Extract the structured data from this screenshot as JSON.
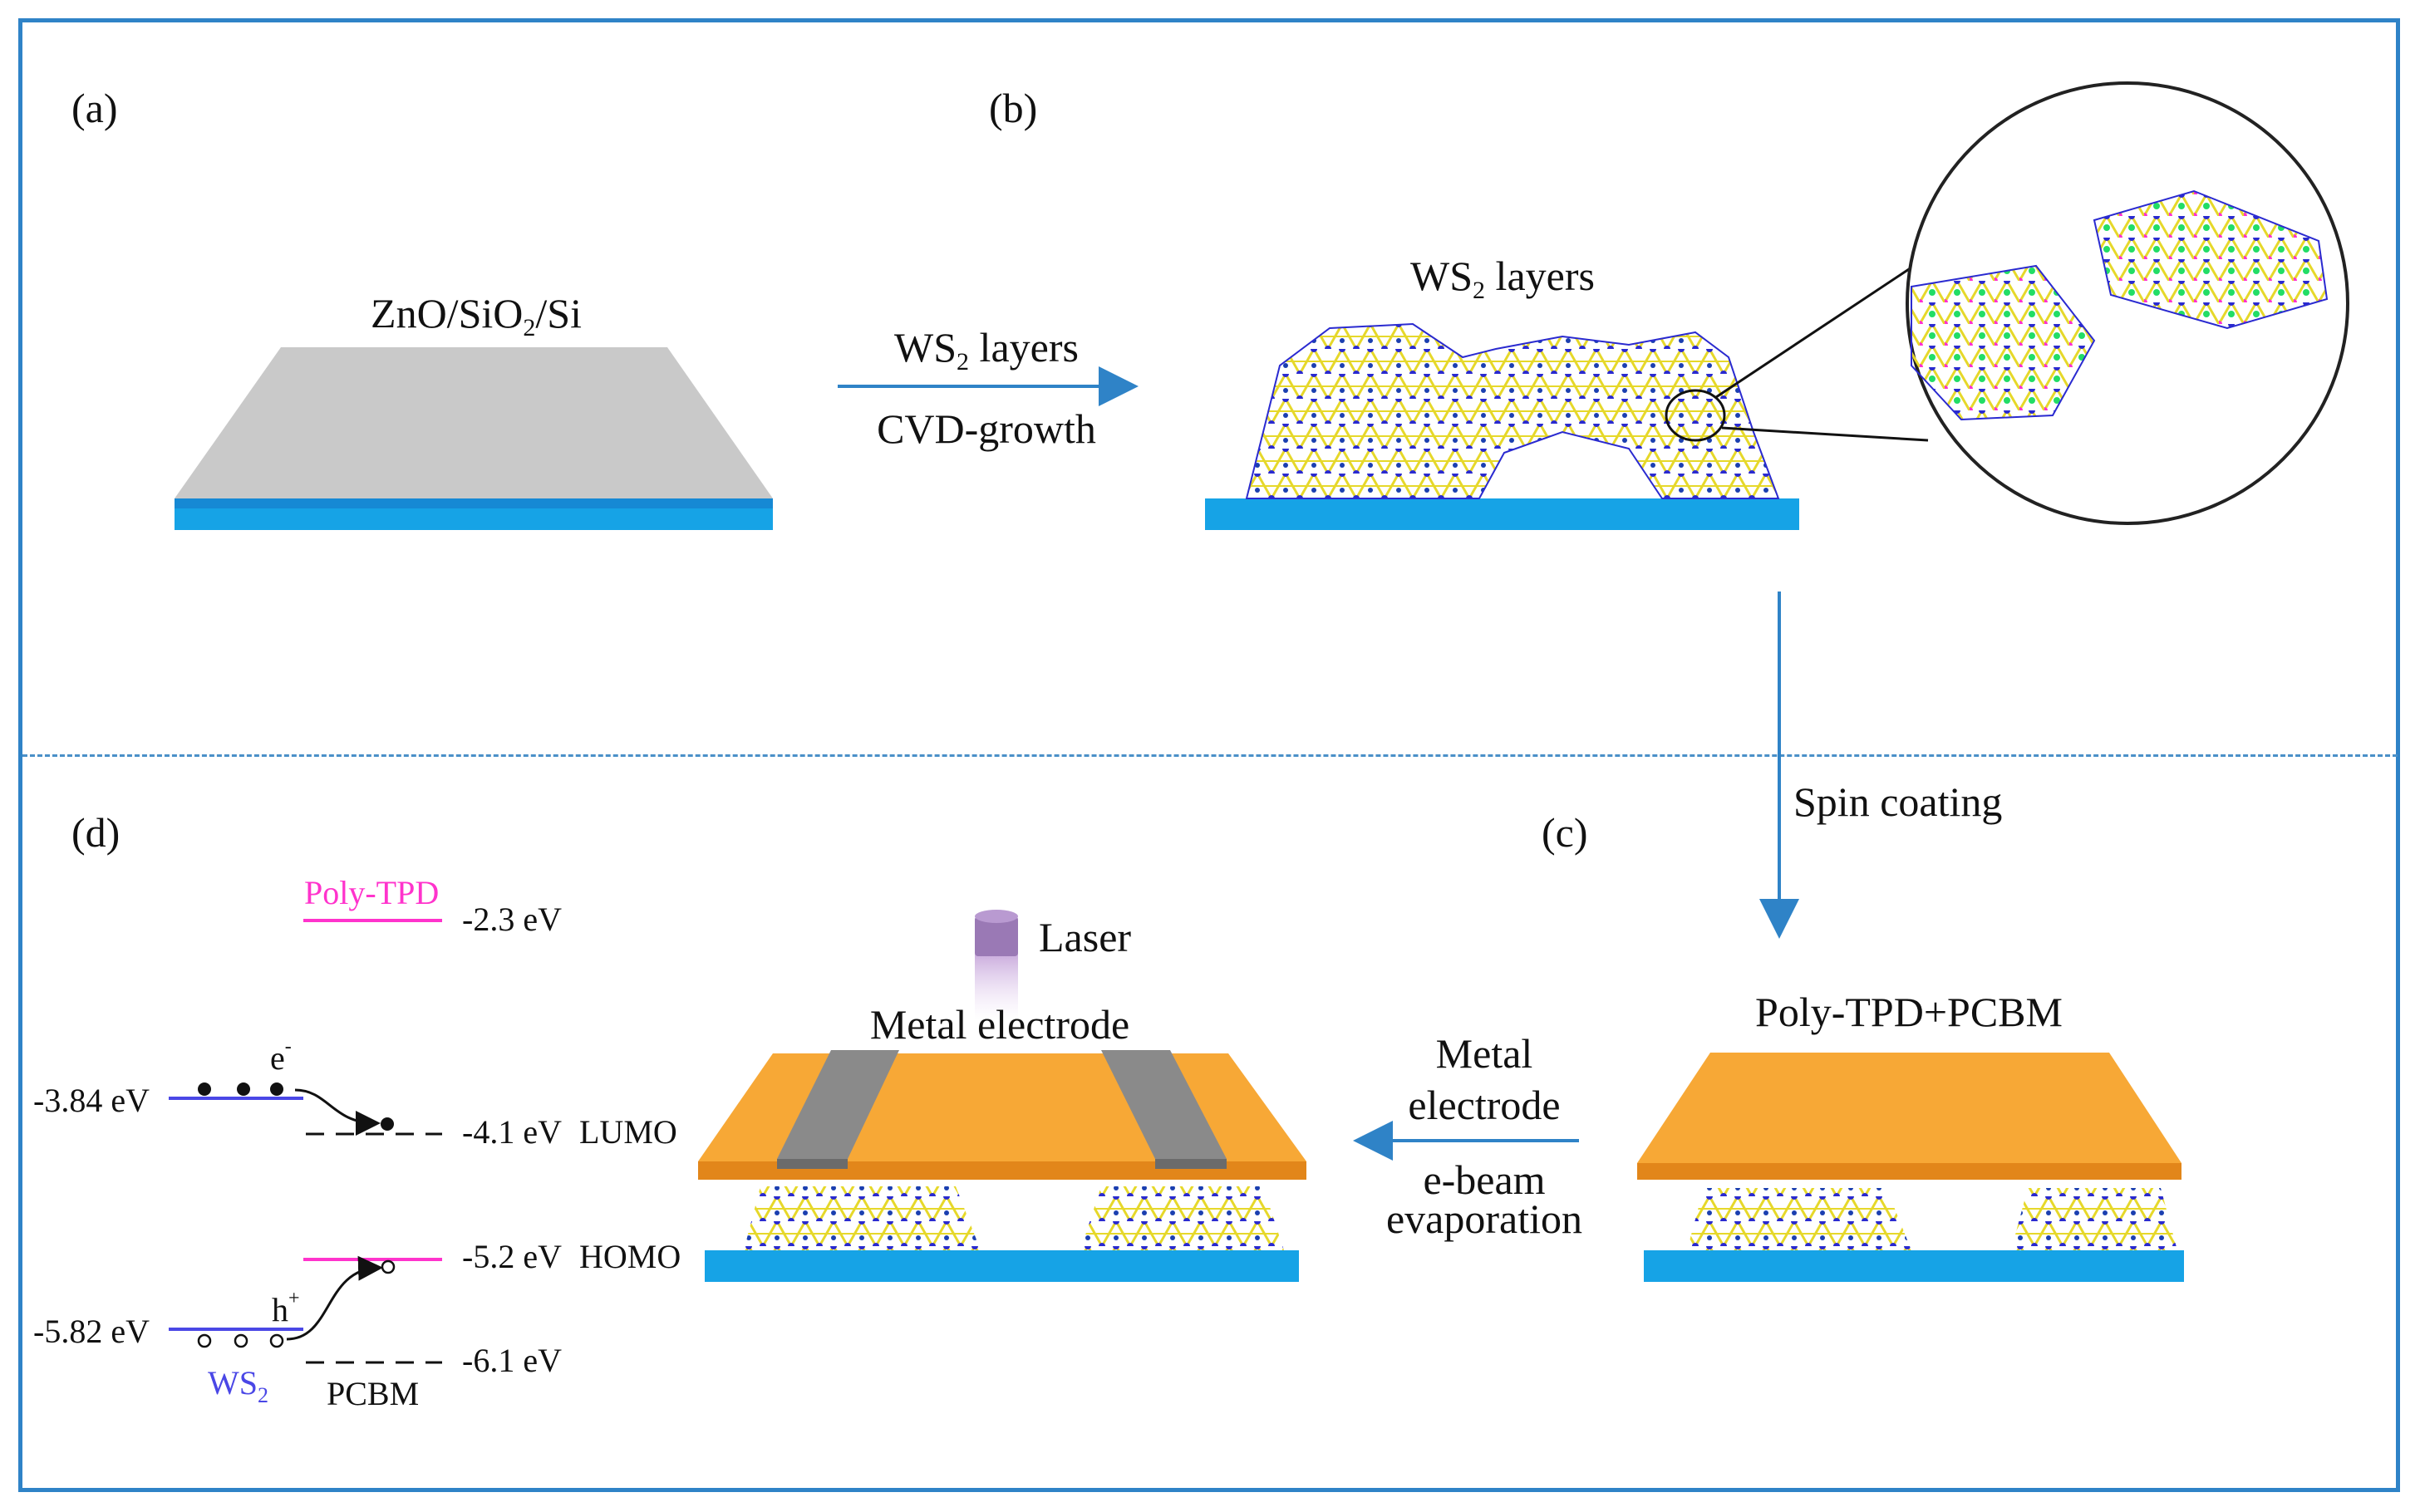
{
  "panels": {
    "a": "(a)",
    "b": "(b)",
    "c": "(c)",
    "d": "(d)"
  },
  "panel_a": {
    "substrate_label": "ZnO/SiO",
    "substrate_sub": "2",
    "substrate_suffix": "/Si"
  },
  "arrow_ab": {
    "top_main": "WS",
    "top_sub": "2",
    "top_suffix": " layers",
    "bottom": "CVD-growth"
  },
  "panel_b": {
    "title_main": "WS",
    "title_sub": "2",
    "title_suffix": " layers"
  },
  "arrow_bc": {
    "label": "Spin coating"
  },
  "panel_c": {
    "title": "Poly-TPD+PCBM"
  },
  "arrow_cd": {
    "line1": "Metal",
    "line2": "electrode",
    "line3": "e-beam",
    "line4": "evaporation"
  },
  "device": {
    "laser": "Laser",
    "electrode": "Metal electrode"
  },
  "energy": {
    "polytpd_name": "Poly-TPD",
    "polytpd_lumo": "-2.3 eV",
    "ws2_cb": "-3.84 eV",
    "pcbm_lumo": "-4.1 eV",
    "lumo_tag": "LUMO",
    "electron": "e",
    "electron_sup": "-",
    "polytpd_homo": "-5.2 eV",
    "homo_tag": "HOMO",
    "hole": "h",
    "hole_sup": "+",
    "ws2_vb": "-5.82 eV",
    "pcbm_homo": "-6.1 eV",
    "ws2_main": "WS",
    "ws2_sub": "2",
    "pcbm_name": "PCBM"
  },
  "colors": {
    "frame": "#2f83c7",
    "substrate_blue": "#16a3e6",
    "substrate_gray": "#c9c9c9",
    "film_orange": "#f7a836",
    "electrode_gray": "#8a8a8a",
    "polytpd_magenta": "#ff33cc",
    "ws2_blue": "#4a47e6",
    "arrow_blue": "#2f83c7"
  }
}
